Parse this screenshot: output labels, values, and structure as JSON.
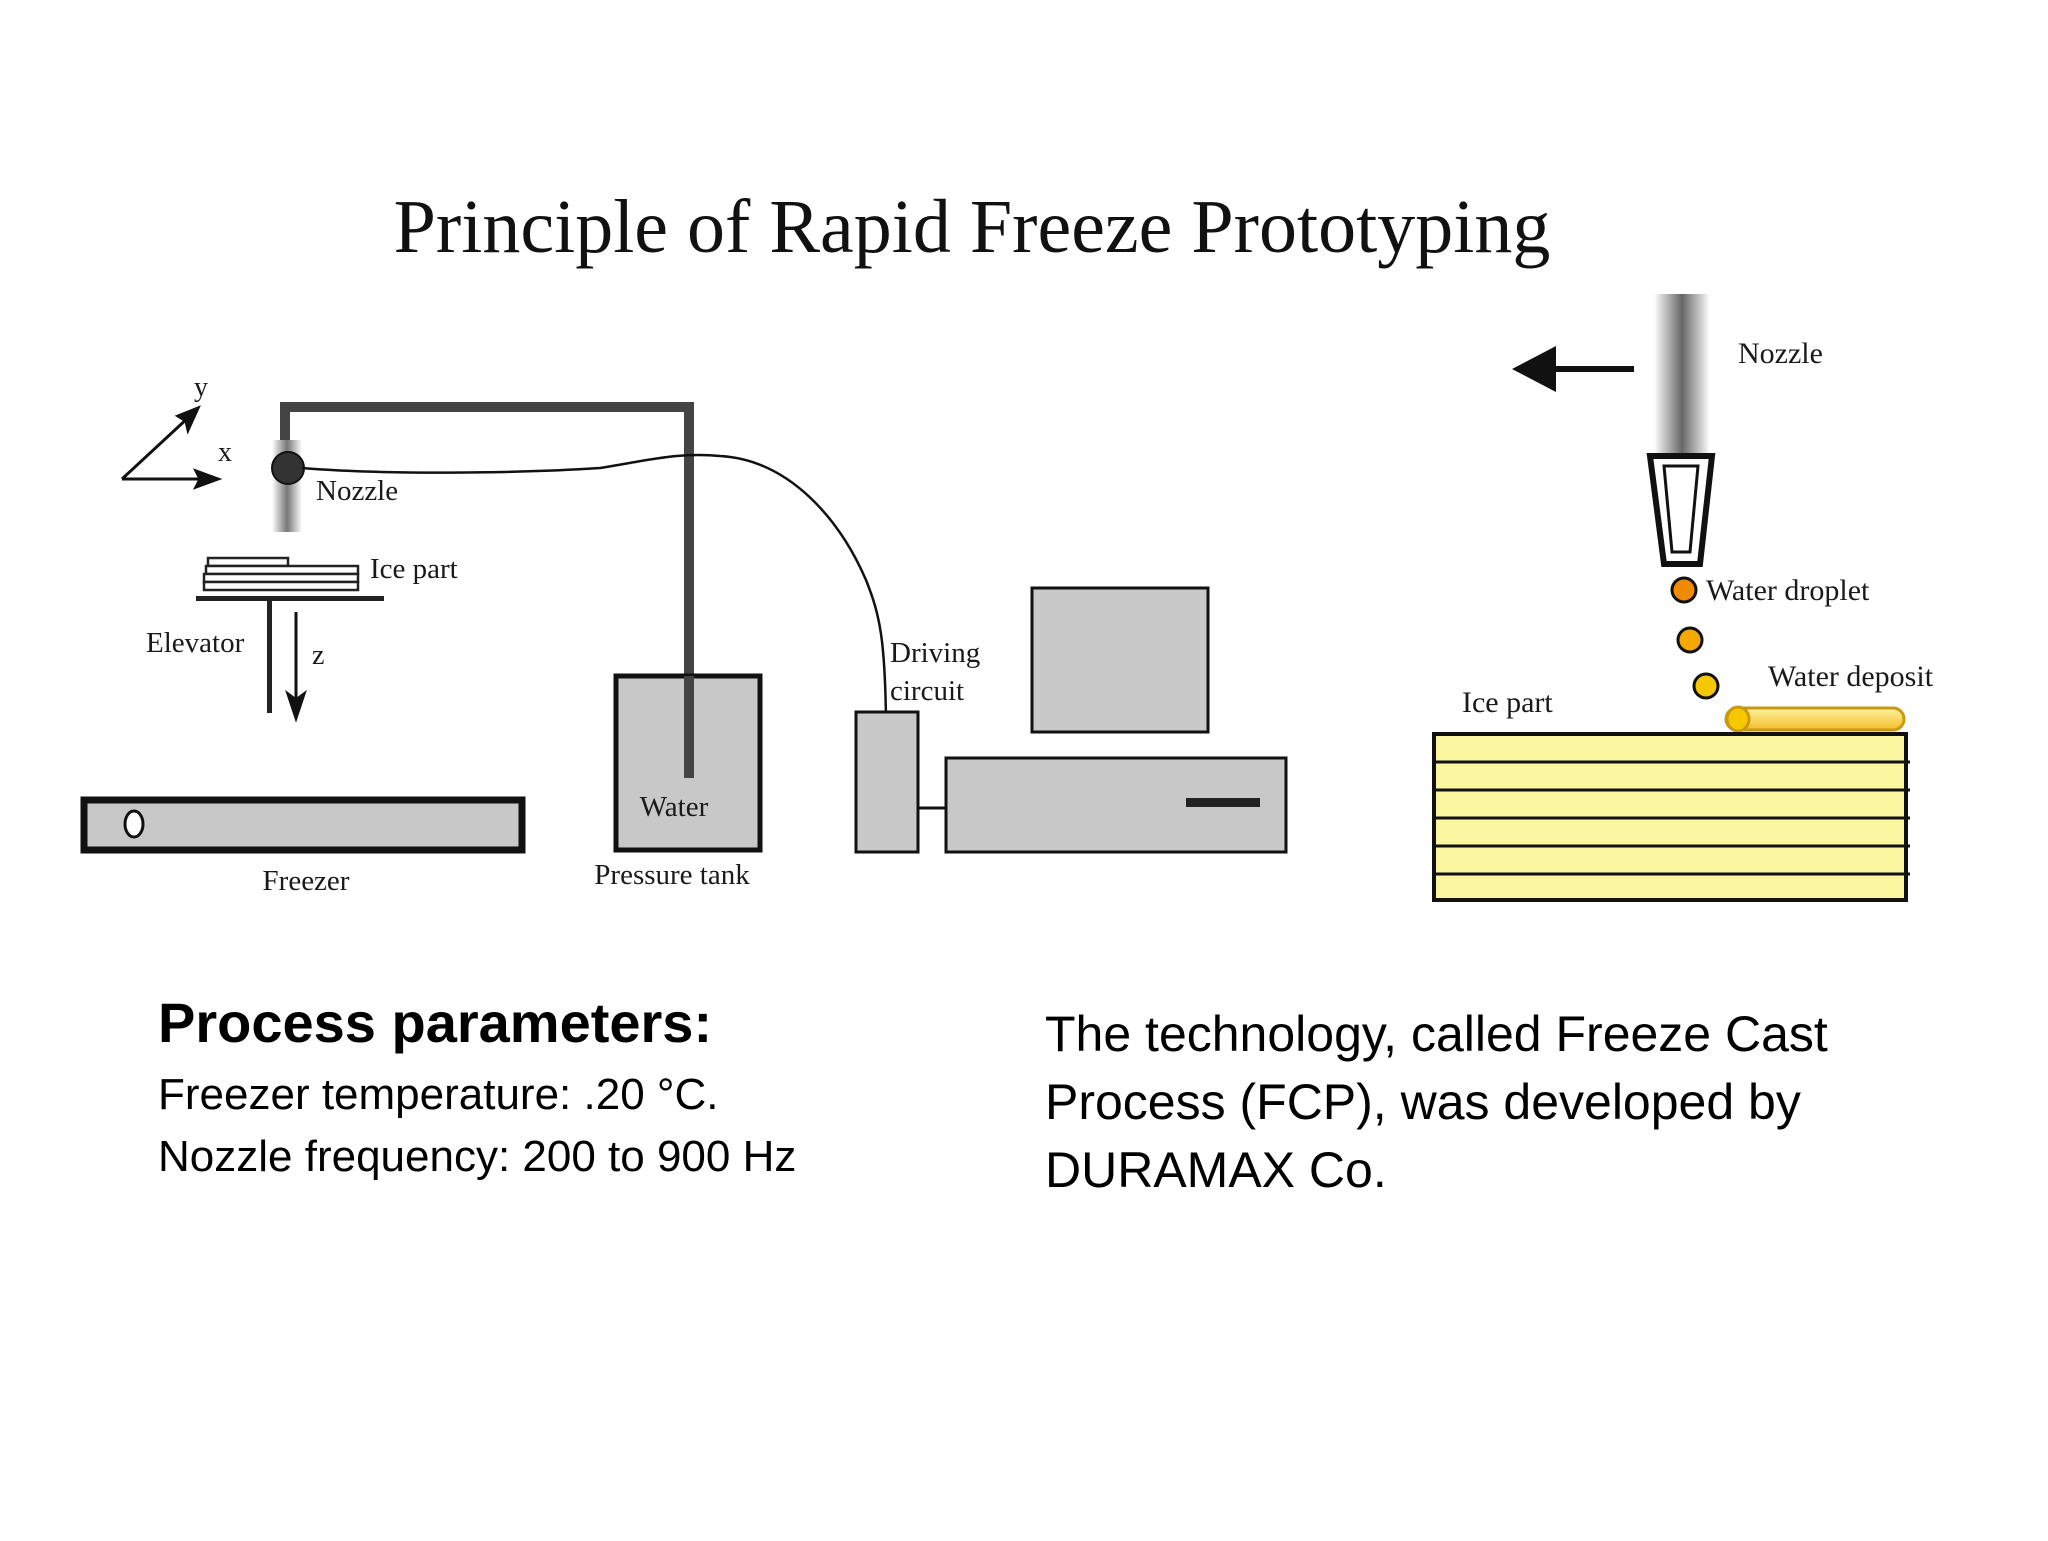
{
  "title": "Principle of Rapid Freeze Prototyping",
  "left_diagram": {
    "axis_y": "y",
    "axis_x": "x",
    "axis_z": "z",
    "nozzle": "Nozzle",
    "ice_part": "Ice part",
    "elevator": "Elevator",
    "freezer": "Freezer",
    "water": "Water",
    "pressure_tank": "Pressure tank",
    "driving_line1": "Driving",
    "driving_line2": "circuit"
  },
  "right_diagram": {
    "nozzle": "Nozzle",
    "water_droplet": "Water droplet",
    "water_deposit": "Water deposit",
    "ice_part": "Ice part"
  },
  "params": {
    "heading": "Process parameters:",
    "line1": "Freezer temperature: .20 °C.",
    "line2": "Nozzle frequency: 200 to 900 Hz"
  },
  "technology_text": "The technology, called Freeze Cast Process (FCP), was developed by DURAMAX Co.",
  "colors": {
    "tank_fill": "#c8c8c8",
    "ice_yellow": "#fbf6a0",
    "droplet_orange": "#f08a00",
    "droplet_yellow": "#f5b800"
  }
}
